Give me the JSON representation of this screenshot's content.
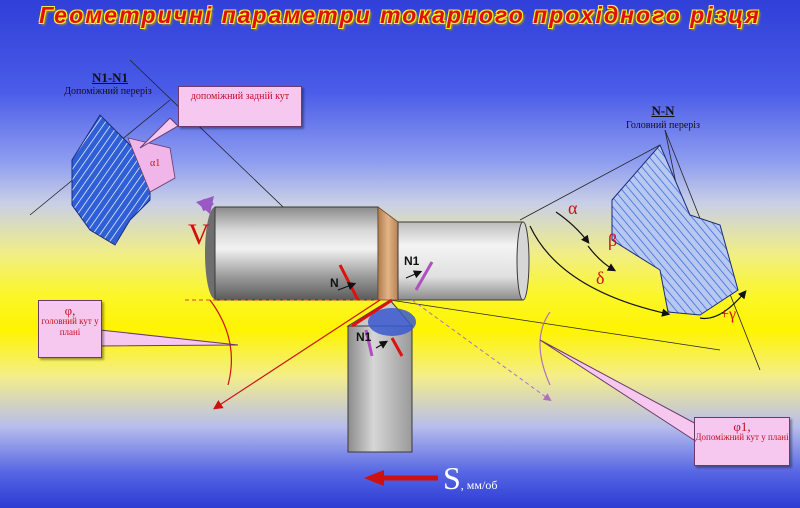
{
  "title": "Геометричні параметри токарного прохідного різця",
  "aux_section": {
    "label": "N1-N1",
    "sub": "Допоміжний переріз",
    "angle": "α1"
  },
  "main_section": {
    "label": "N-N",
    "sub": "Головний переріз"
  },
  "callouts": {
    "aux_rear": "допоміжний задній кут",
    "phi_main_symbol": "φ,",
    "phi_main_text": "головний кут у плані",
    "phi1_symbol": "φ1,",
    "phi1_text": "Допоміжний кут у плані"
  },
  "angles": {
    "alpha": "α",
    "beta": "β",
    "delta": "δ",
    "gamma": "+γ"
  },
  "labels": {
    "V": "V",
    "N": "N",
    "N1_top": "N1",
    "N1_tool": "N1"
  },
  "feed": {
    "symbol": "S",
    "unit": ", мм/об"
  },
  "colors": {
    "title": "#e01010",
    "callout_bg": "#f6c8f0",
    "hatch": "#3a6ee0",
    "red": "#d01010"
  }
}
